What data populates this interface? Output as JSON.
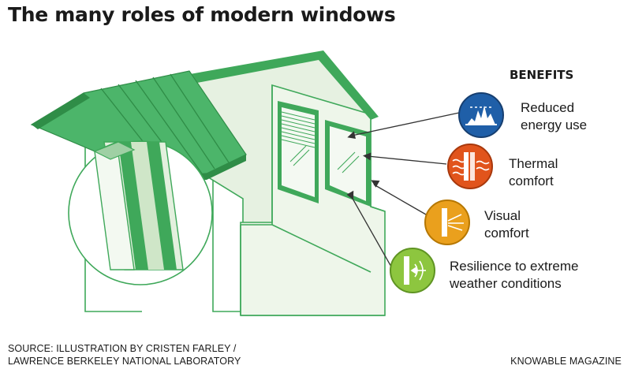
{
  "title": "The many roles of modern windows",
  "benefits_heading": "BENEFITS",
  "benefits": [
    {
      "line1": "Reduced",
      "line2": "energy use",
      "color": "#1f5fa8",
      "icon": "energy-use-icon"
    },
    {
      "line1": "Thermal",
      "line2": "comfort",
      "color": "#e1541c",
      "icon": "thermal-comfort-icon"
    },
    {
      "line1": "Visual",
      "line2": "comfort",
      "color": "#eaa01d",
      "icon": "visual-comfort-icon"
    },
    {
      "line1": "Resilience to extreme",
      "line2": "weather conditions",
      "color": "#8dc63f",
      "icon": "resilience-icon"
    }
  ],
  "source": {
    "line1": "SOURCE: ILLUSTRATION BY CRISTEN FARLEY /",
    "line2": "LAWRENCE BERKELEY NATIONAL LABORATORY"
  },
  "credit": "KNOWABLE MAGAZINE",
  "colors": {
    "house_green": "#3fa85a",
    "roof_green": "#4cb56a",
    "wall_fill": "#e6f1e1",
    "wall_fill_dark": "#d8e9d3"
  }
}
